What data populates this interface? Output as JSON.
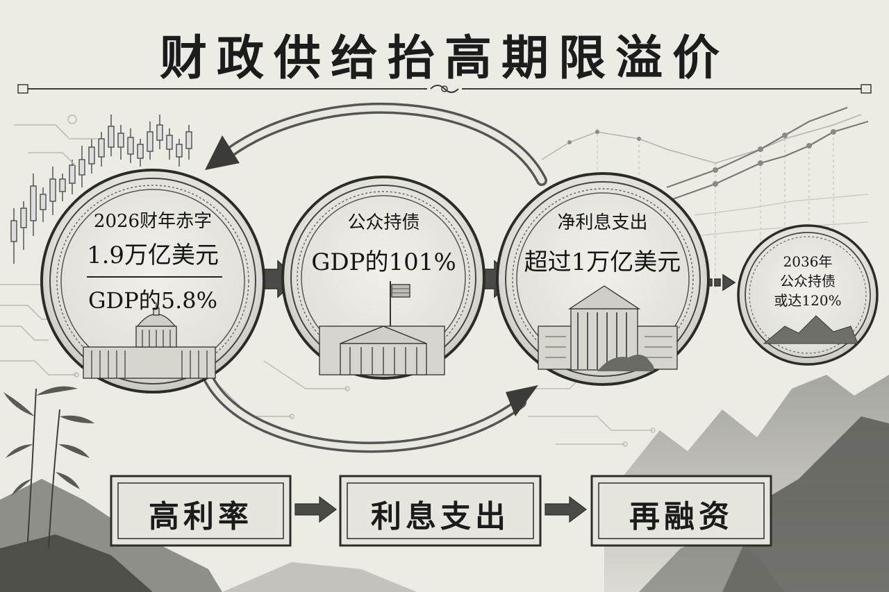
{
  "title": "财政供给抬高期限溢价",
  "coins": [
    {
      "line1": "2026财年赤字",
      "line2": "1.9万亿美元",
      "line3": "GDP的5.8%"
    },
    {
      "line1": "公众持债",
      "line2": "GDP的101%"
    },
    {
      "line1": "净利息支出",
      "line2": "超过1万亿美元"
    },
    {
      "line1": "2036年",
      "line2": "公众持债",
      "line3": "或达120%"
    }
  ],
  "boxes": [
    "高利率",
    "利息支出",
    "再融资"
  ],
  "icons": {
    "capitol": "capitol-building-icon",
    "federal": "federal-building-icon",
    "treasury": "treasury-building-icon",
    "mountain": "mountain-icon"
  },
  "colors": {
    "ink": "#1f1f1f",
    "paper": "#ecebe4",
    "coin_fill": "#e4e3dc"
  }
}
